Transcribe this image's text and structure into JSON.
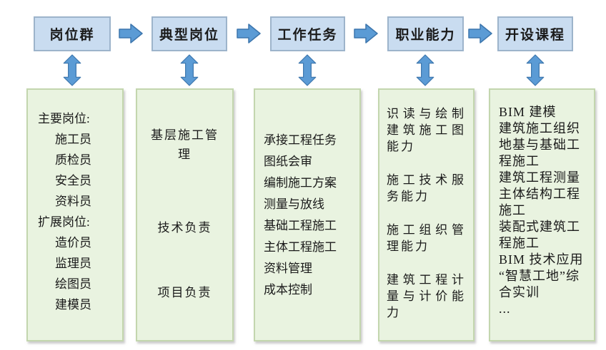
{
  "diagram": {
    "title_chain": "岗位群-典型岗位-工作任务-职业能力-开设课程",
    "headers": {
      "position_group": "岗位群",
      "typical_positions": "典型岗位",
      "work_tasks": "工作任务",
      "professional_abilities": "职业能力",
      "courses_offered": "开设课程"
    },
    "columns": {
      "position_group": {
        "lines": [
          "主要岗位:",
          "施工员",
          "质检员",
          "安全员",
          "资料员",
          "扩展岗位:",
          "造价员",
          "监理员",
          "绘图员",
          "建模员"
        ]
      },
      "typical_positions": {
        "items": [
          "基层施工管理",
          "技术负责",
          "项目负责"
        ]
      },
      "work_tasks": {
        "items": [
          "承接工程任务",
          "图纸会审",
          "编制施工方案",
          "测量与放线",
          "基础工程施工",
          "主体工程施工",
          "资料管理",
          "成本控制"
        ]
      },
      "professional_abilities": {
        "items": [
          "识读与绘制建筑施工图能力",
          "施工技术服务能力",
          "施工组织管理能力",
          "建筑工程计量与计价能力"
        ]
      },
      "courses_offered": {
        "items": [
          "BIM 建模",
          "建筑施工组织",
          "地基与基础工程施工",
          "建筑工程测量",
          "主体结构工程施工",
          "装配式建筑工程施工",
          "BIM 技术应用",
          "“智慧工地”综合实训",
          "..."
        ]
      }
    },
    "colors": {
      "header_fill": "#c9dcf0",
      "header_border": "#9db4cb",
      "arrow_blue": "#5b9bd5",
      "arrow_border": "#3d76ad",
      "panel_fill": "#e9f3e0",
      "panel_border": "#c3d6ae",
      "text": "#1a1a1a"
    }
  }
}
